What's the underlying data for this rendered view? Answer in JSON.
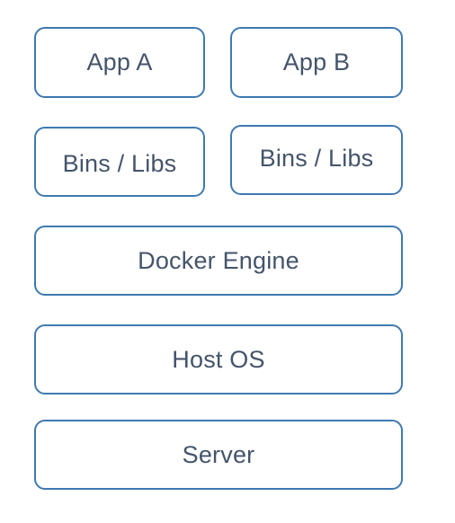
{
  "diagram": {
    "layers": {
      "apps": [
        "App A",
        "App B"
      ],
      "bins": [
        "Bins / Libs",
        "Bins / Libs"
      ],
      "engine": "Docker Engine",
      "host_os": "Host OS",
      "server": "Server"
    },
    "colors": {
      "border": "#3f79b0",
      "text": "#44546a",
      "background": "#ffffff"
    }
  }
}
